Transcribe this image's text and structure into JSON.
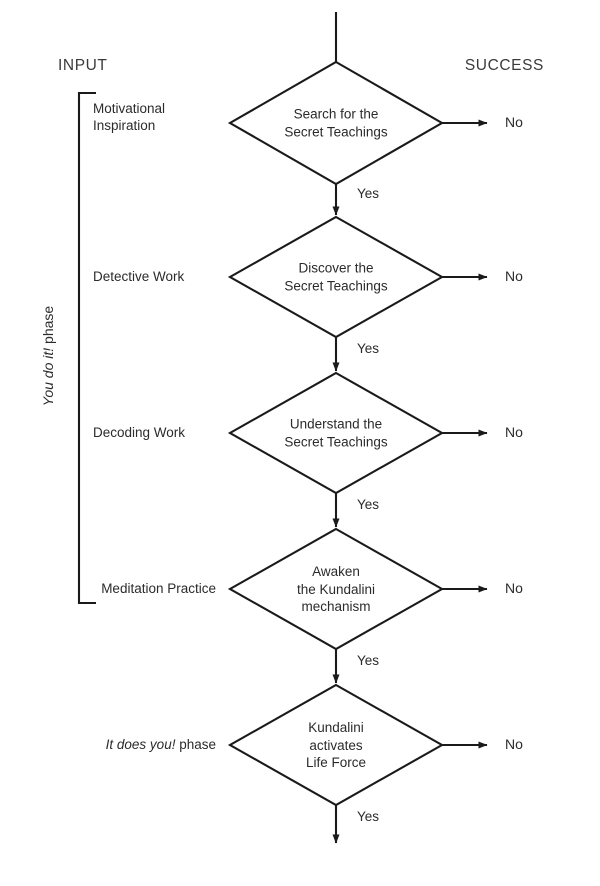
{
  "headers": {
    "left": "INPUT",
    "right": "SUCCESS"
  },
  "phases": [
    {
      "id": "you-do-it",
      "label_italic": "You do it!",
      "label_rest": " phase",
      "bracket": true
    },
    {
      "id": "it-does-you",
      "label_italic": "It does you!",
      "label_rest": " phase",
      "bracket": false
    }
  ],
  "nodes": [
    {
      "id": "search",
      "stage_label": "Motivational\nInspiration",
      "text": "Search for the\nSecret Teachings",
      "yes": "Yes",
      "no": "No"
    },
    {
      "id": "discover",
      "stage_label": "Detective Work",
      "text": "Discover the\nSecret Teachings",
      "yes": "Yes",
      "no": "No"
    },
    {
      "id": "understand",
      "stage_label": "Decoding Work",
      "text": "Understand the\nSecret Teachings",
      "yes": "Yes",
      "no": "No"
    },
    {
      "id": "awaken",
      "stage_label": "Meditation Practice",
      "text": "Awaken\nthe Kundalini\nmechanism",
      "yes": "Yes",
      "no": "No"
    },
    {
      "id": "activates",
      "stage_label": "It does you! phase",
      "text": "Kundalini\nactivates\nLife Force",
      "yes": "Yes",
      "no": "No"
    }
  ],
  "colors": {
    "stroke": "#1a1a1a",
    "text": "#2b2b2b",
    "background": "#ffffff"
  }
}
